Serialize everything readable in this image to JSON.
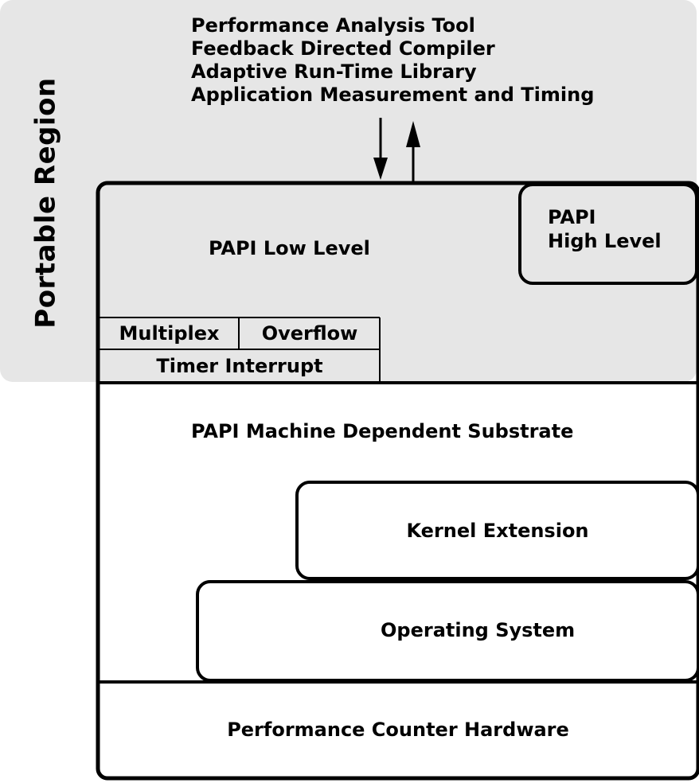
{
  "portable_region": {
    "label": "Portable Region",
    "background": "#e6e6e6"
  },
  "tools": [
    "Performance Analysis Tool",
    "Feedback Directed Compiler",
    "Adaptive Run-Time Library",
    "Application Measurement and Timing"
  ],
  "layers": {
    "papi_low_level": "PAPI Low Level",
    "papi_high_level_line1": "PAPI",
    "papi_high_level_line2": "High Level",
    "multiplex": "Multiplex",
    "overflow": "Overflow",
    "timer_interrupt": "Timer Interrupt",
    "substrate": "PAPI Machine Dependent Substrate",
    "kernel_extension": "Kernel Extension",
    "operating_system": "Operating System",
    "hardware": "Performance Counter Hardware"
  }
}
